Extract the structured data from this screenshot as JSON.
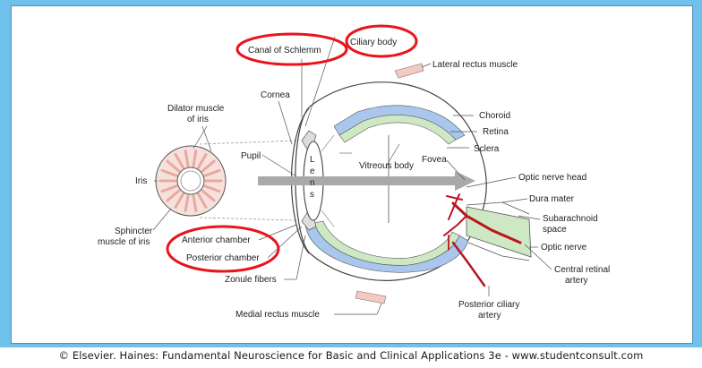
{
  "labels": {
    "canal_of_schlemm": "Canal of Schlemm",
    "ciliary_body": "Ciliary body",
    "lateral_rectus_muscle": "Lateral rectus muscle",
    "cornea": "Cornea",
    "dilator_muscle_line1": "Dilator muscle",
    "dilator_muscle_line2": "of iris",
    "choroid": "Choroid",
    "retina": "Retina",
    "sclera": "Sclera",
    "pupil": "Pupil",
    "lens_l": "L",
    "lens_e": "e",
    "lens_n": "n",
    "lens_s": "s",
    "vitreous_body": "Vitreous body",
    "fovea": "Fovea",
    "optic_nerve_head": "Optic nerve head",
    "iris": "Iris",
    "dura_mater": "Dura mater",
    "subarachnoid_line1": "Subarachnoid",
    "subarachnoid_line2": "space",
    "sphincter_line1": "Sphincter",
    "sphincter_line2": "muscle of iris",
    "anterior_chamber": "Anterior chamber",
    "optic_nerve": "Optic nerve",
    "posterior_chamber": "Posterior chamber",
    "central_retinal_line1": "Central retinal",
    "central_retinal_line2": "artery",
    "zonule_fibers": "Zonule fibers",
    "posterior_ciliary_line1": "Posterior ciliary",
    "posterior_ciliary_line2": "artery",
    "medial_rectus_muscle": "Medial rectus muscle"
  },
  "footer": {
    "credit": "© Elsevier. Haines: Fundamental Neuroscience for Basic and Clinical Applications 3e - www.studentconsult.com"
  },
  "colors": {
    "background": "#6fc1ec",
    "highlight_circle": "#e8141c",
    "choroid_blue": "#a9c6ec",
    "retina_green": "#cfe8c4",
    "artery_red": "#b8161e",
    "muscle_pink": "#f3c9c2",
    "arrow_gray": "#a9a9a9"
  }
}
